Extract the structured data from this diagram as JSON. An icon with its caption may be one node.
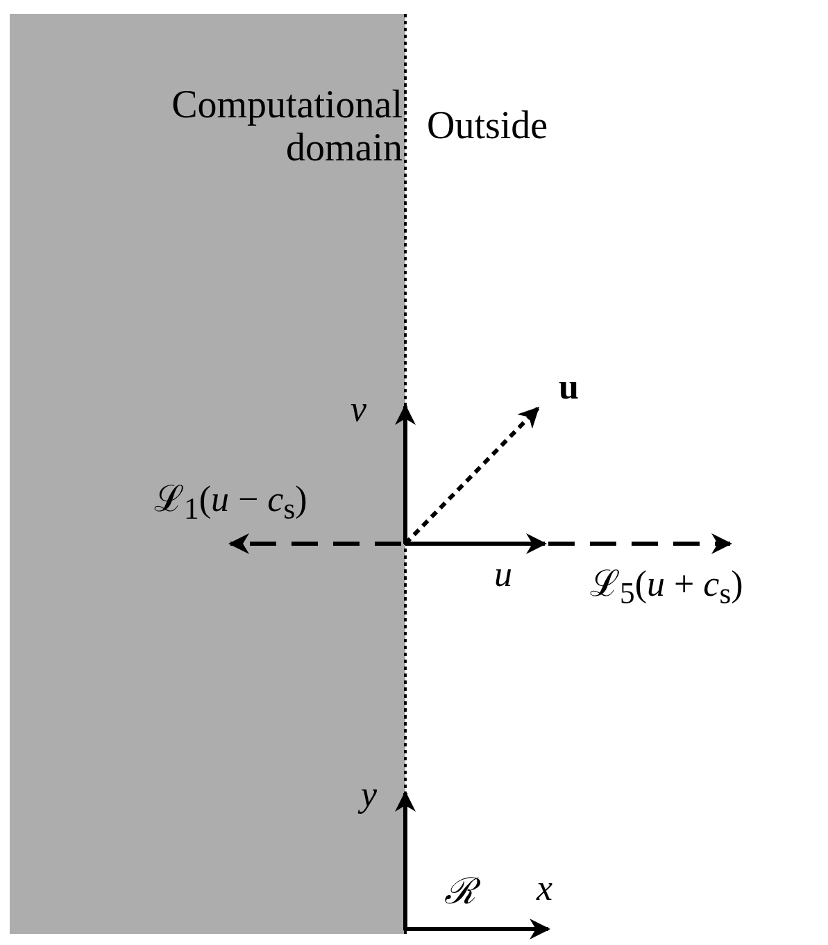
{
  "diagram": {
    "nodes": [
      {
        "text": [
          "Computational domain"
        ]
      },
      {
        "text": [
          "Outside"
        ]
      }
    ],
    "labels": [
      "*v*",
      "u",
      "ℒ$_{1}$(*u* − *c*$_{s}$)",
      "*u*",
      "ℒ$_{5}$(*u* + *c*$_{s}$)",
      "*y*",
      "ℛ",
      "*x*"
    ]
  }
}
